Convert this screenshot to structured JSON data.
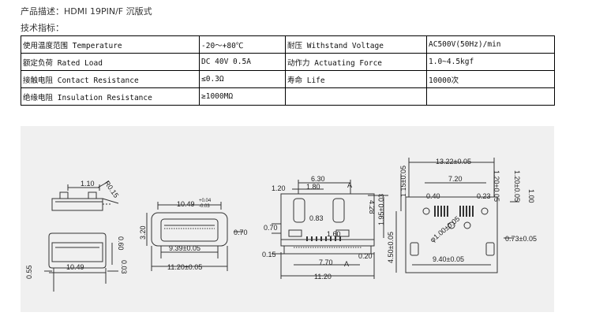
{
  "header": {
    "description": "产品描述：HDMI 19PIN/F 沉版式",
    "spec_title": "技术指标："
  },
  "spec_table": [
    [
      "使用温度范围 Temperature",
      "-20～+80℃",
      "耐压 Withstand Voltage",
      "AC500V(50Hz)/min"
    ],
    [
      "额定负荷 Rated Load",
      "DC 40V 0.5A",
      "动作力 Actuating Force",
      "1.0~4.5kgf"
    ],
    [
      "接触电阻 Contact Resistance",
      "≤0.3Ω",
      "寿命 Life",
      "10000次"
    ],
    [
      "绝缘电阻 Insulation Resistance",
      "≥1000MΩ",
      "",
      ""
    ]
  ],
  "drawing": {
    "side_view": {
      "d_top": "1.10",
      "d_r": "R0.15",
      "d_h": "0.60",
      "d_w": "10.49",
      "d_left": "0.55",
      "d_right": "0.03"
    },
    "front_view": {
      "d_top": "10.49",
      "d_top_tol_up": "+0.04",
      "d_top_tol_dn": "-0.03",
      "d_h": "3.20",
      "d_hole": "0.70",
      "d_mid": "9.39±0.05",
      "d_bottom": "11.20±0.05"
    },
    "pcb_front": {
      "d_6_30": "6.30",
      "d_1_20": "1.20",
      "d_1_80": "1.80",
      "d_a_top": "A",
      "d_4_28": "4.28",
      "d_1_95": "1.95±0.03",
      "d_0_83": "0.83",
      "d_0_70": "0.70",
      "d_1_60": "1.60",
      "d_0_15": "0.15",
      "d_7_70": "7.70",
      "d_a_bot": "A",
      "d_0_20": "0.20",
      "d_11_20": "11.20"
    },
    "pcb_layout": {
      "d_13_22": "13.22±0.05",
      "d_7_20": "7.20",
      "d_0_40": "0.40",
      "d_0_23": "0.23",
      "d_1_15": "1.15±0.05",
      "d_1_20_l": "1.20±0.05",
      "d_1_20_r": "1.20±0.05",
      "d_1_00": "1.00",
      "d_4_50": "4.50±0.05",
      "d_hole": "φ1.00±0.05",
      "d_0_73": "0.73±0.05",
      "d_9_40": "9.40±0.05"
    }
  }
}
